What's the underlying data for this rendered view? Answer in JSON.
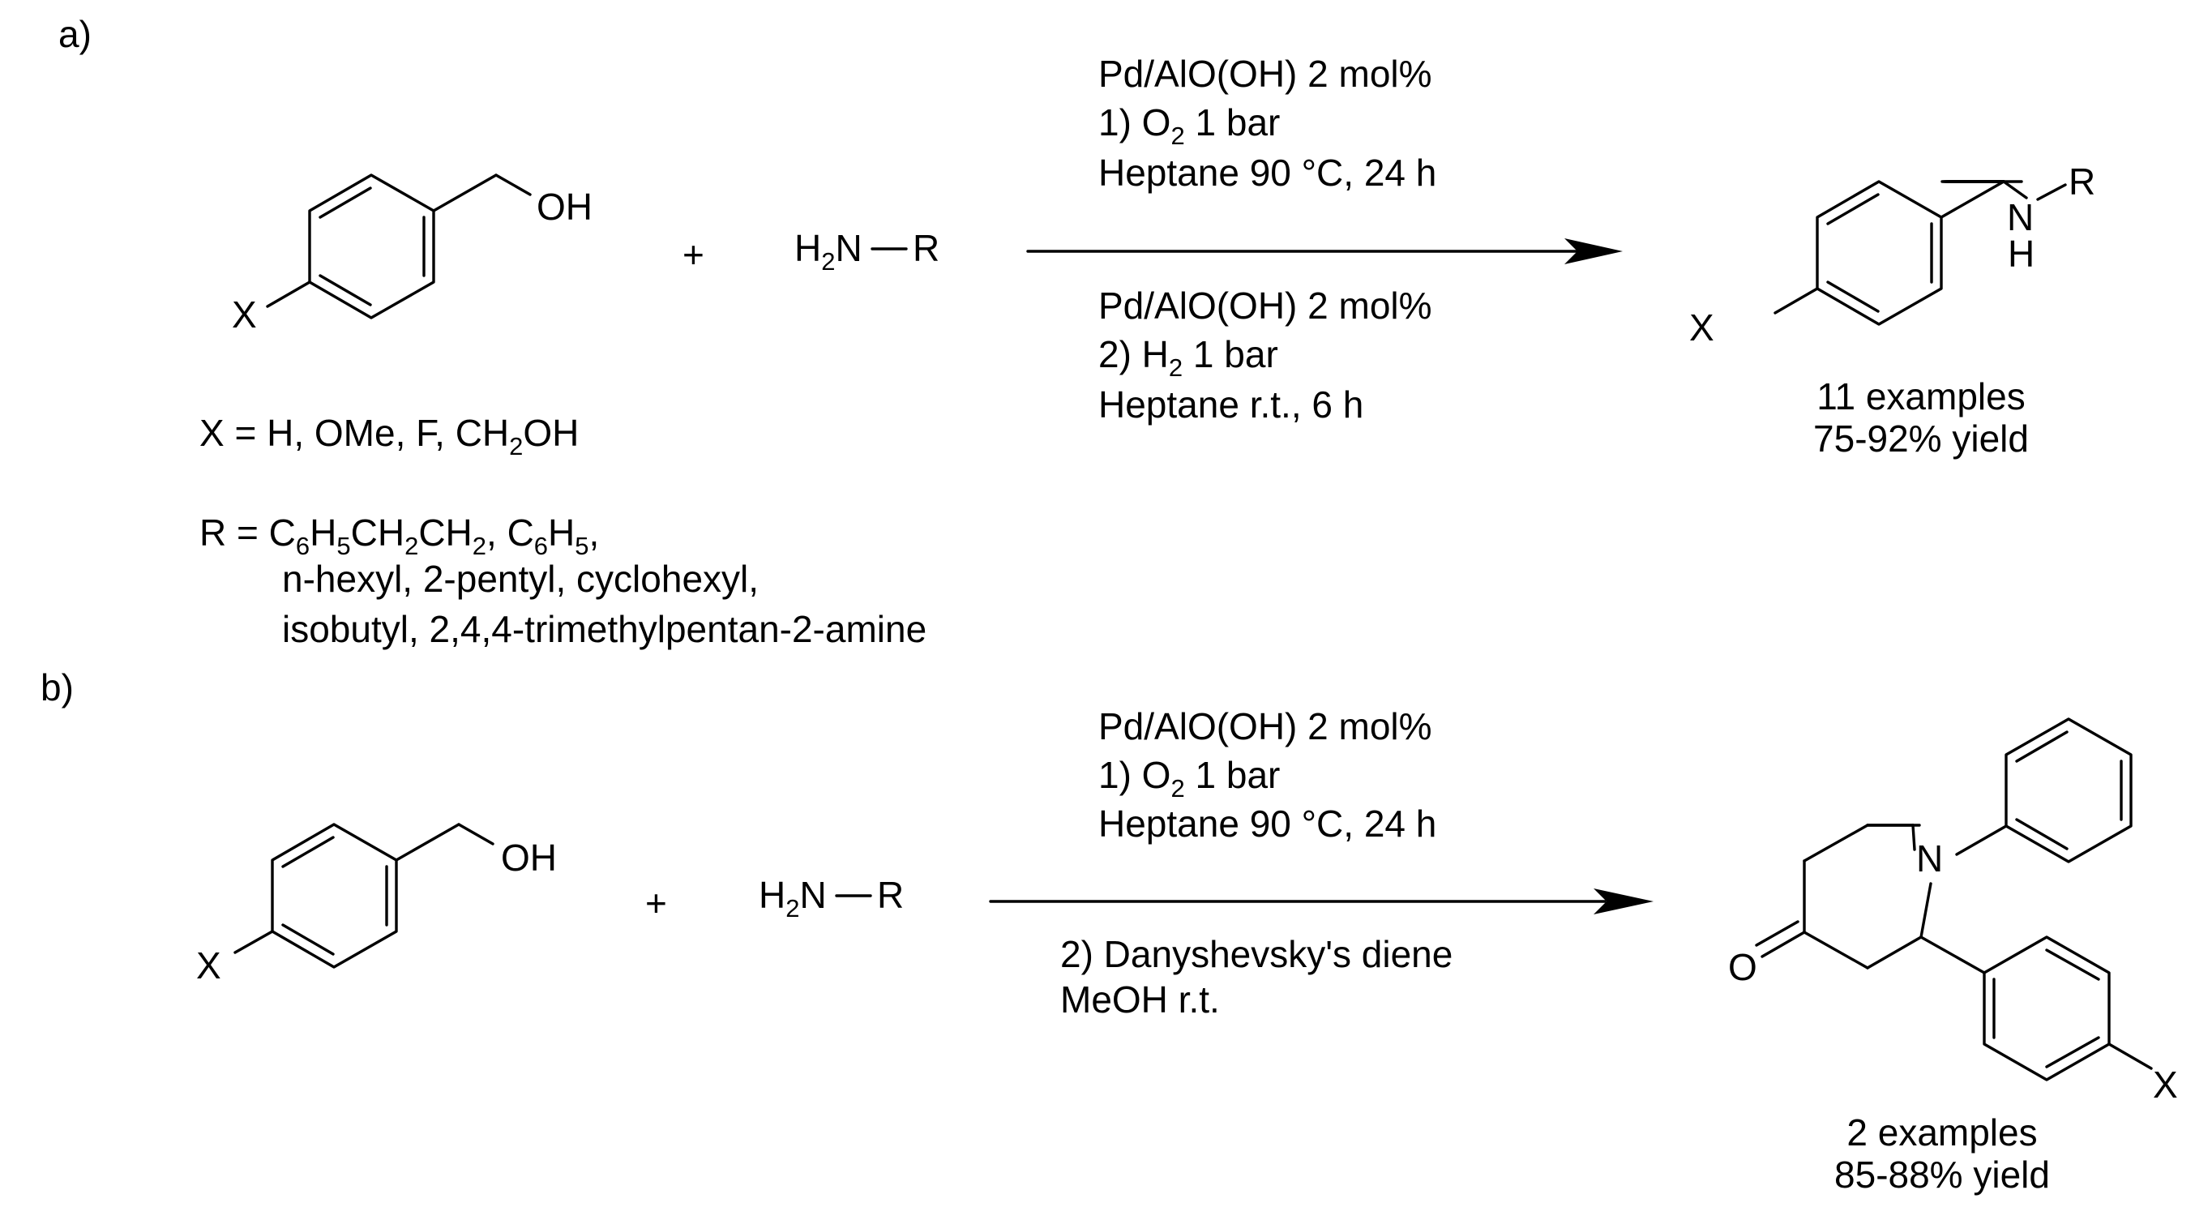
{
  "panel_a": {
    "label": "a)",
    "reactant1": {
      "oh": "OH",
      "x": "X"
    },
    "plus": "+",
    "amine": {
      "h": "H",
      "h_sub": "2",
      "n": "N",
      "r": "R"
    },
    "conditions_top": {
      "line1": "Pd/AlO(OH) 2 mol%",
      "line2_pre": "1) O",
      "line2_sub": "2",
      "line2_post": " 1 bar",
      "line3": "Heptane 90 °C, 24 h"
    },
    "conditions_bottom": {
      "line1": "Pd/AlO(OH) 2 mol%",
      "line2_pre": "2) H",
      "line2_sub": "2",
      "line2_post": " 1 bar",
      "line3": "Heptane r.t., 6 h"
    },
    "product": {
      "n": "N",
      "h": "H",
      "r": "R",
      "x": "X"
    },
    "examples": "11 examples",
    "yield": "75-92% yield",
    "x_def": {
      "pre": "X = H, OMe, F, CH",
      "sub": "2",
      "post": "OH"
    },
    "r_def": {
      "p1": "R = C",
      "s1": "6",
      "p2": "H",
      "s2": "5",
      "p3": "CH",
      "s3": "2",
      "p4": "CH",
      "s4": "2",
      "p5": ", C",
      "s5": "6",
      "p6": "H",
      "s6": "5",
      "p7": ",",
      "line2": "n-hexyl, 2-pentyl, cyclohexyl,",
      "line3": "isobutyl, 2,4,4-trimethylpentan-2-amine"
    }
  },
  "panel_b": {
    "label": "b)",
    "reactant1": {
      "oh": "OH",
      "x": "X"
    },
    "plus": "+",
    "amine": {
      "h": "H",
      "h_sub": "2",
      "n": "N",
      "r": "R"
    },
    "conditions_top": {
      "line1": "Pd/AlO(OH) 2 mol%",
      "line2_pre": "1) O",
      "line2_sub": "2",
      "line2_post": " 1 bar",
      "line3": "Heptane 90 °C, 24 h"
    },
    "conditions_bottom": {
      "line1": "2) Danyshevsky's diene",
      "line2": "MeOH r.t."
    },
    "product": {
      "n": "N",
      "o": "O",
      "x": "X"
    },
    "examples": "2 examples",
    "yield": "85-88% yield"
  }
}
